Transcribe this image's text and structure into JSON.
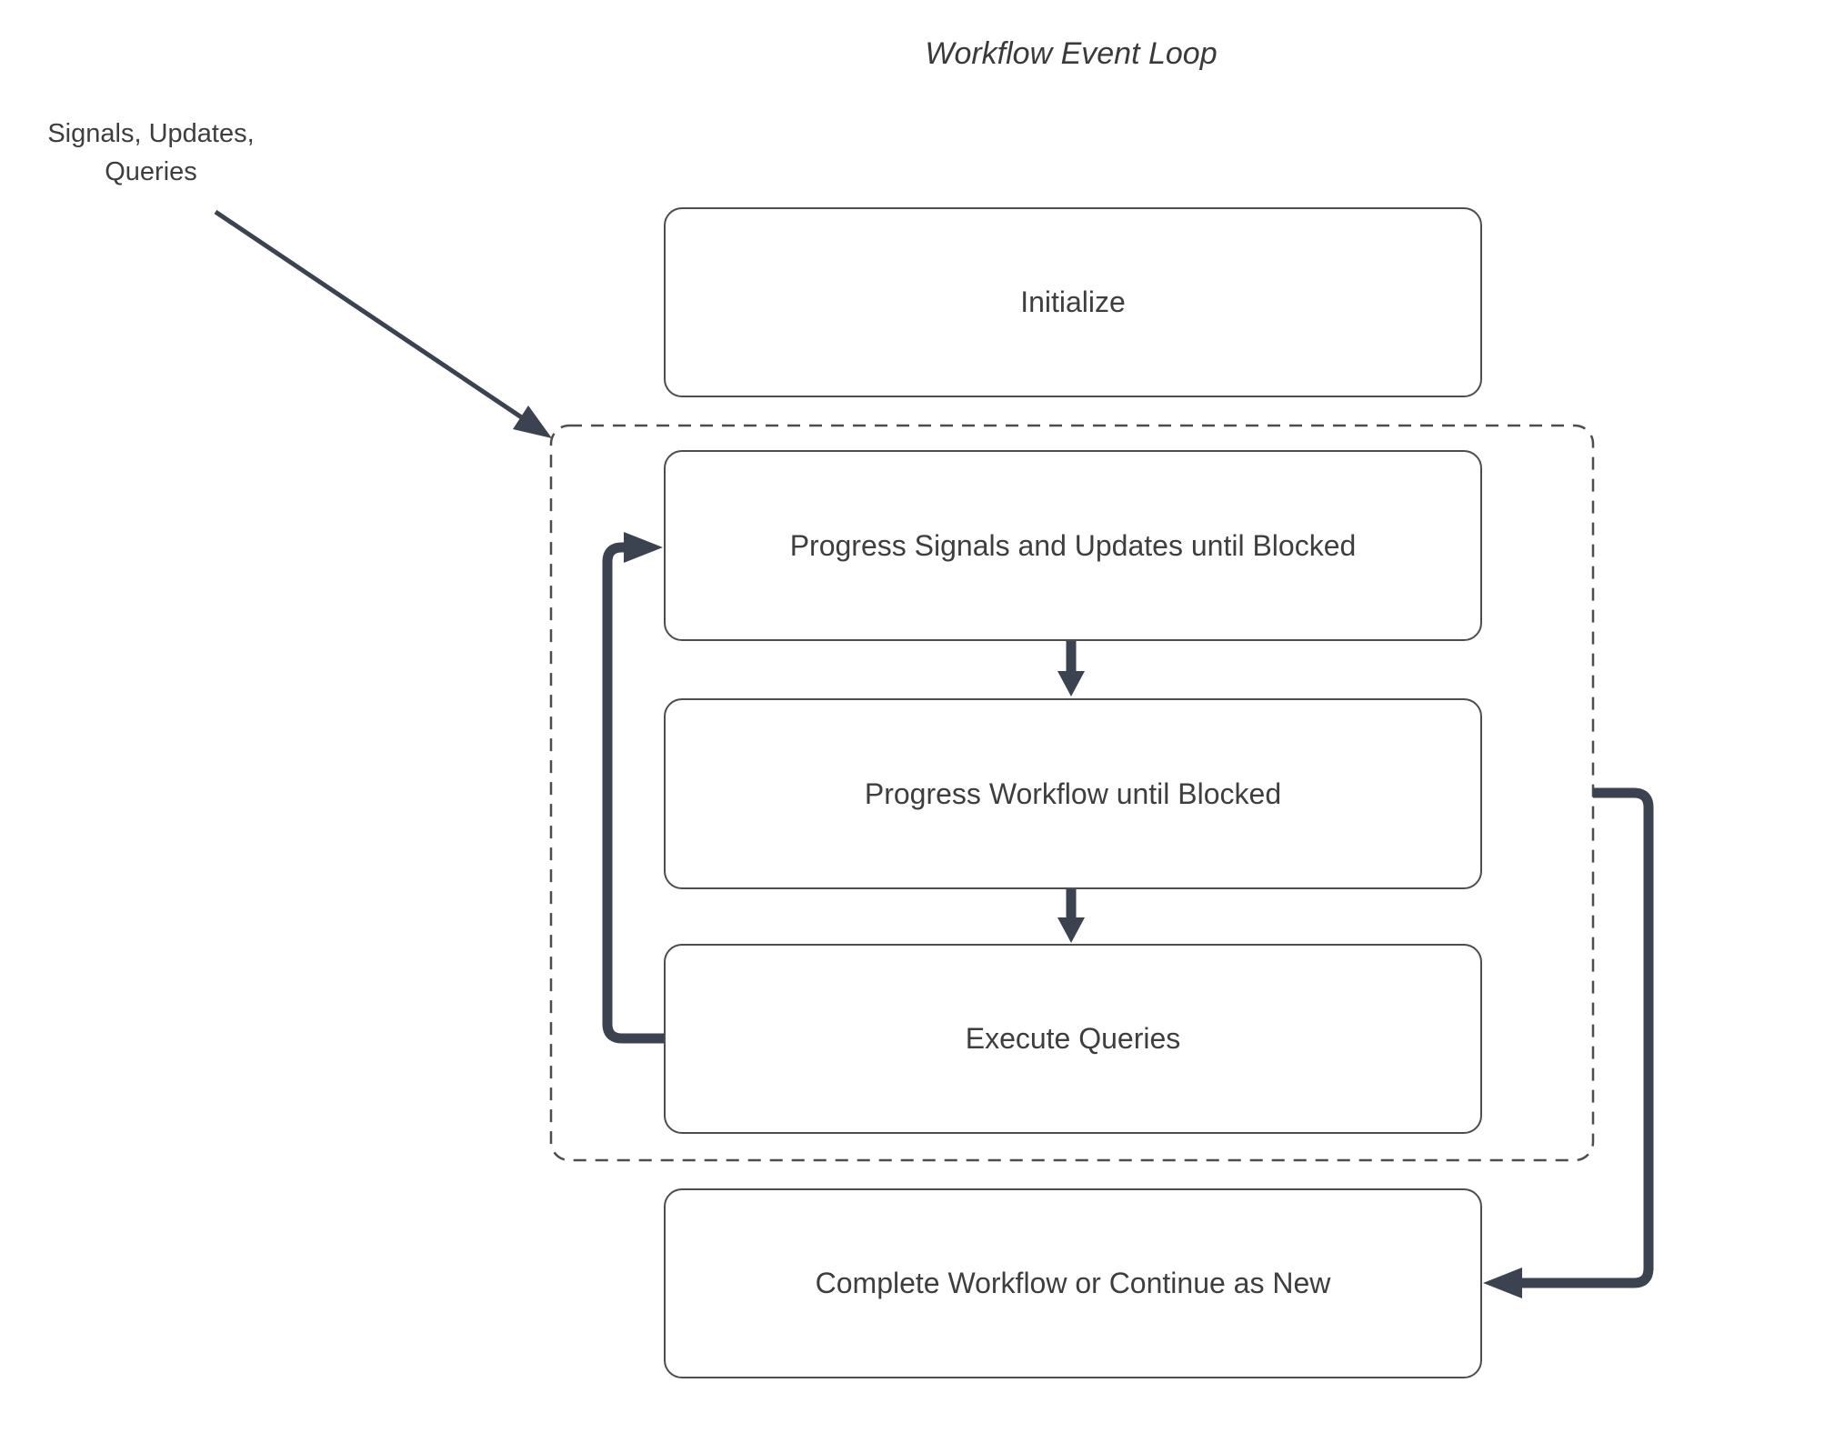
{
  "title": "Workflow Event Loop",
  "annotation": {
    "line1": "Signals, Updates,",
    "line2": "Queries"
  },
  "nodes": {
    "initialize": {
      "label": "Initialize"
    },
    "progress_signals": {
      "label": "Progress Signals and Updates until Blocked"
    },
    "progress_workflow": {
      "label": "Progress Workflow until Blocked"
    },
    "execute_queries": {
      "label": "Execute Queries"
    },
    "complete_workflow": {
      "label": "Complete Workflow or Continue as New"
    }
  },
  "edges": [
    {
      "from": "signals-updates-queries-label",
      "to": "event-loop-container",
      "style": "thin-arrow"
    },
    {
      "from": "progress_signals",
      "to": "progress_workflow",
      "style": "thick-arrow"
    },
    {
      "from": "progress_workflow",
      "to": "execute_queries",
      "style": "thick-arrow"
    },
    {
      "from": "execute_queries",
      "to": "progress_signals",
      "style": "thick-loop-arrow"
    },
    {
      "from": "event-loop-container",
      "to": "complete_workflow",
      "style": "thick-arrow"
    }
  ],
  "colors": {
    "arrow": "#3b4250",
    "node_border": "#4d4d4d",
    "dashed_border": "#4d4d4d",
    "text": "#3e3e3e",
    "background": "#ffffff"
  }
}
